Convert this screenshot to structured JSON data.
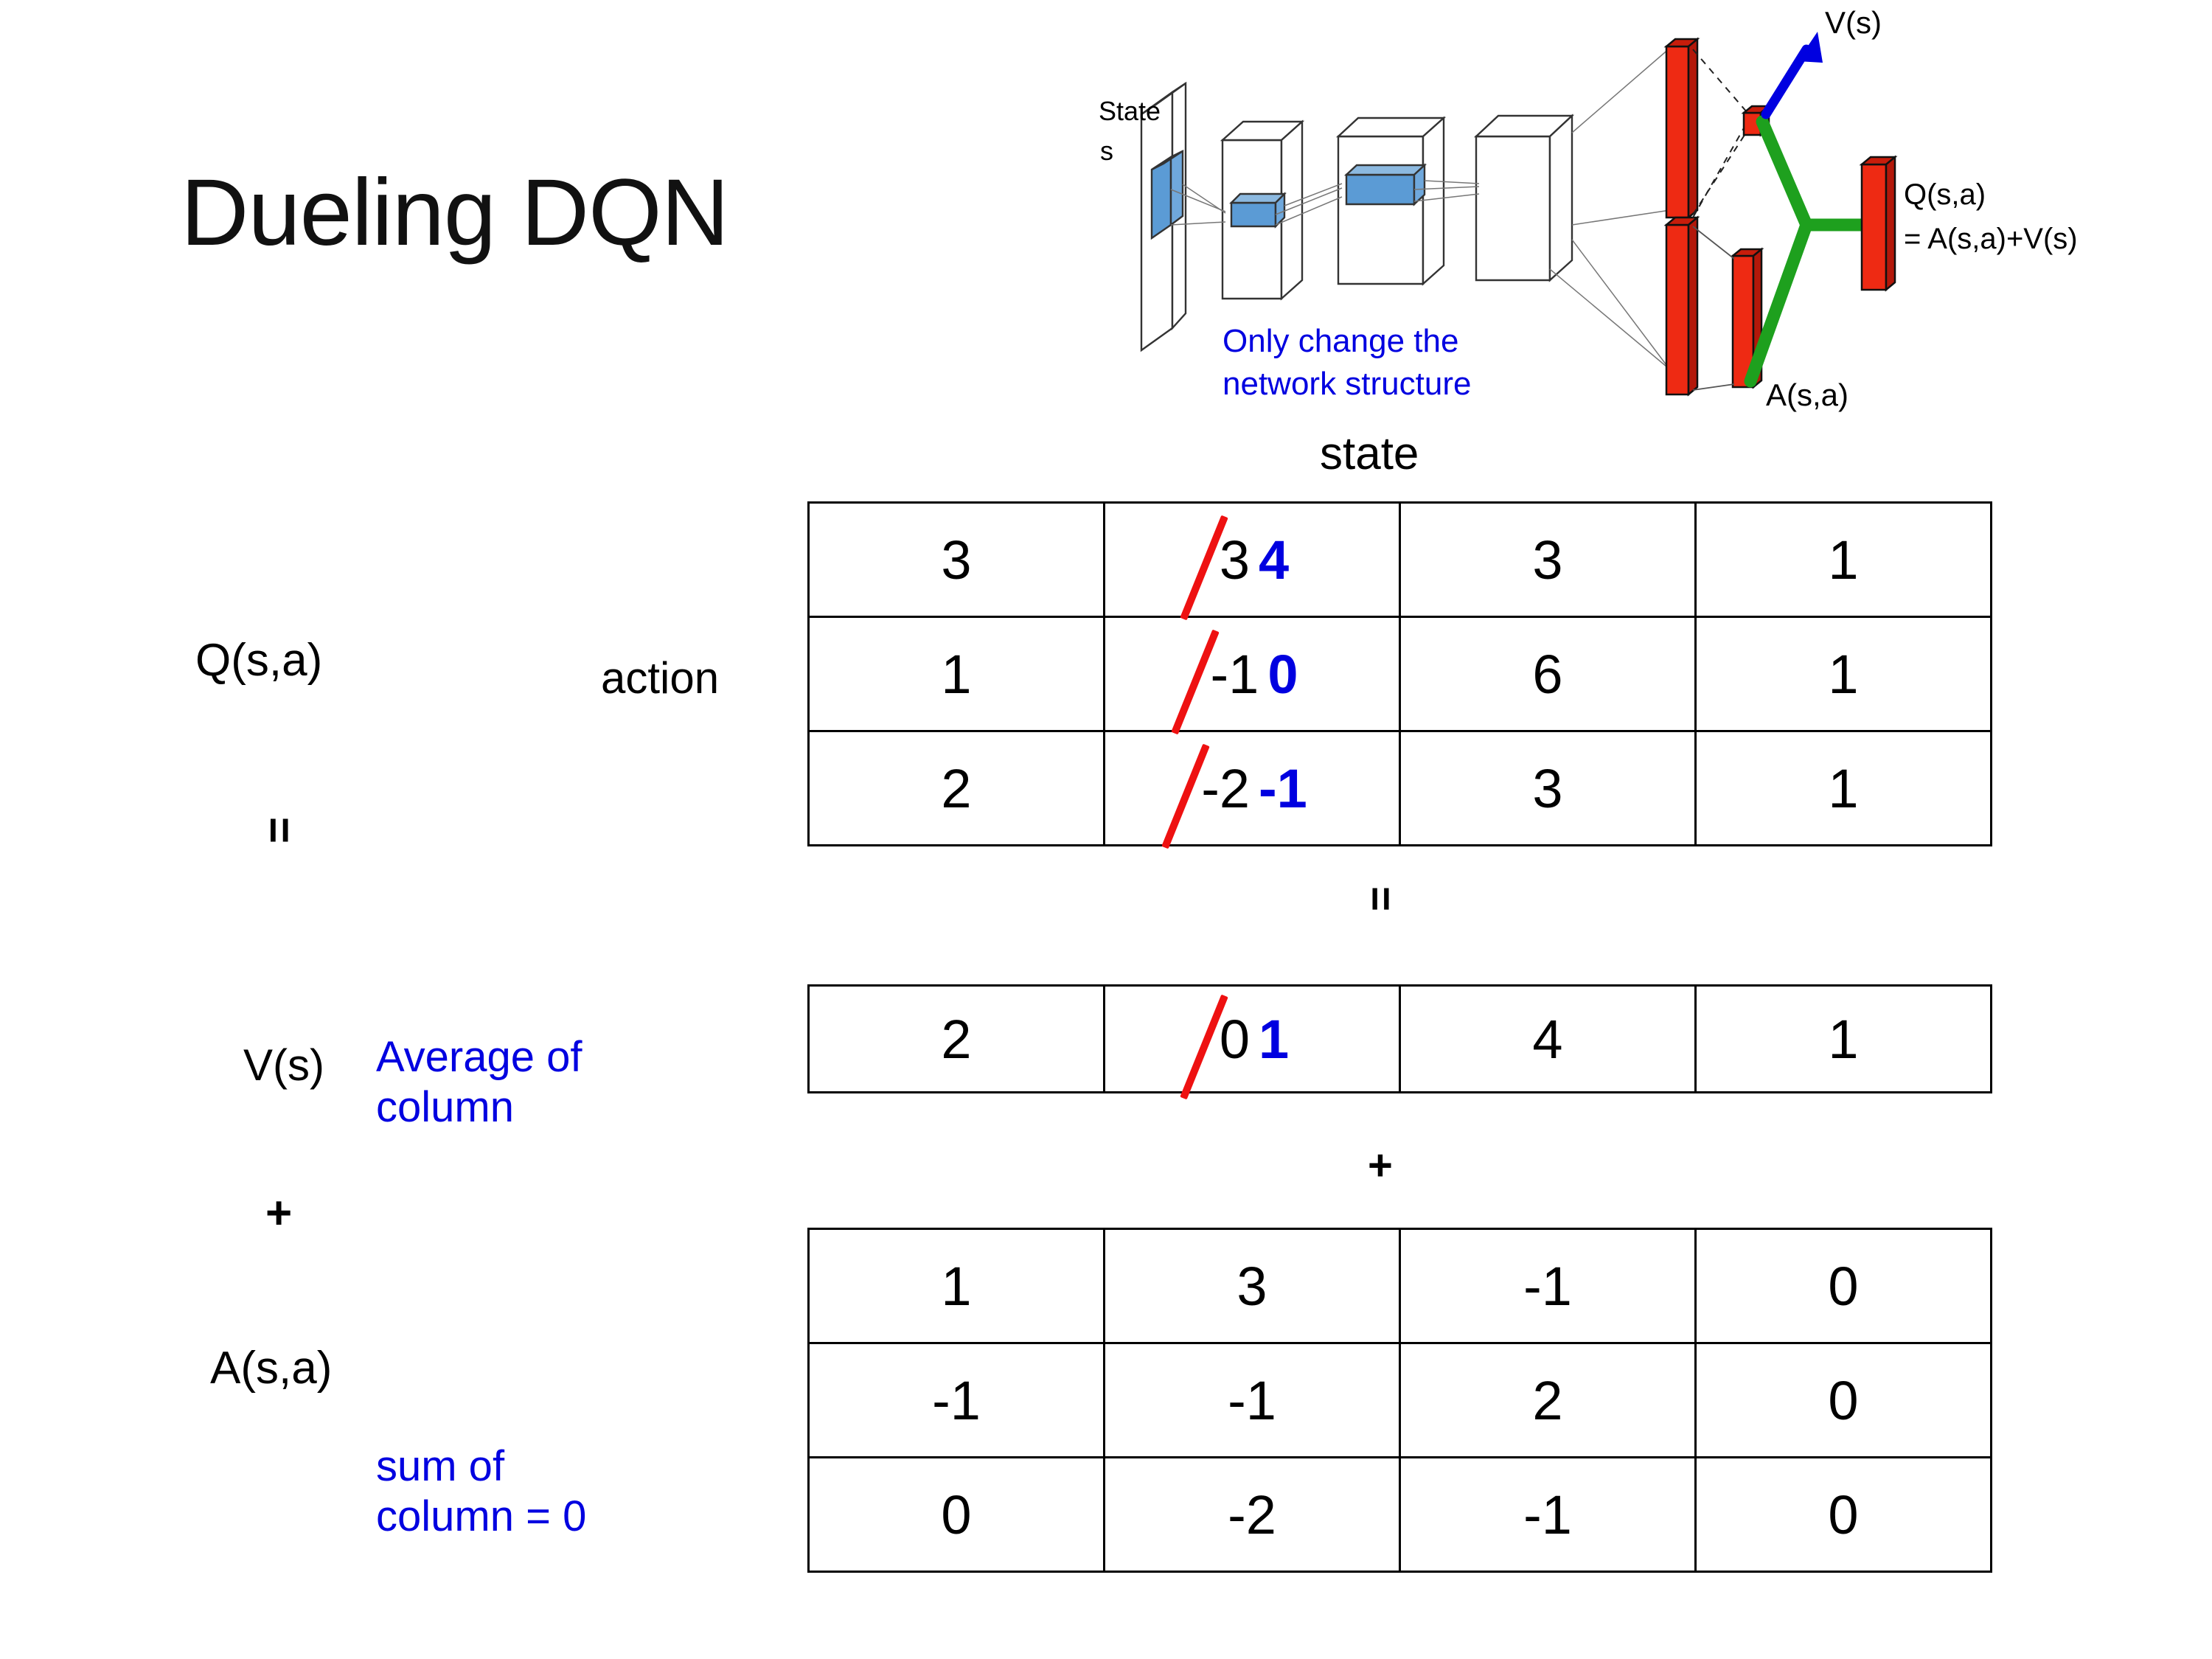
{
  "title": "Dueling DQN",
  "colors": {
    "blue": "#0000E0",
    "red_strike": "#EE1111",
    "green": "#1EA01E",
    "red_bar": "#EE2A13",
    "blue_bar": "#5B9BD5"
  },
  "diagram": {
    "input_label_line1": "State",
    "input_label_line2": "s",
    "note": "Only change the\nnetwork structure",
    "value_stream_label": "V(s)",
    "advantage_stream_label": "A(s,a)",
    "output_label_line1": "Q(s,a)",
    "output_label_line2": "= A(s,a)+V(s)"
  },
  "axes": {
    "state_header": "state",
    "action_header": "action"
  },
  "labels": {
    "q": "Q(s,a)",
    "v": "V(s)",
    "a": "A(s,a)",
    "equals": "=",
    "plus": "+"
  },
  "notes": {
    "average_of_column": "Average of\ncolumn",
    "sum_of_column": "sum of\ncolumn = 0"
  },
  "chart_data": {
    "type": "table",
    "title": "Dueling DQN value decomposition  Q(s,a) = V(s) + A(s,a)",
    "tables": [
      {
        "name": "Q(s,a)",
        "row_axis": "action",
        "col_axis": "state",
        "rows": 3,
        "cols": 4,
        "values": [
          [
            "3",
            "3",
            "3",
            "1"
          ],
          [
            "1",
            "-1",
            "6",
            "1"
          ],
          [
            "2",
            "-2",
            "3",
            "1"
          ]
        ],
        "edits": [
          {
            "row": 0,
            "col": 1,
            "old": "3",
            "new": "4"
          },
          {
            "row": 1,
            "col": 1,
            "old": "-1",
            "new": "0"
          },
          {
            "row": 2,
            "col": 1,
            "old": "-2",
            "new": "-1"
          }
        ]
      },
      {
        "name": "V(s)",
        "rows": 1,
        "cols": 4,
        "values": [
          [
            "2",
            "0",
            "4",
            "1"
          ]
        ],
        "edits": [
          {
            "row": 0,
            "col": 1,
            "old": "0",
            "new": "1"
          }
        ]
      },
      {
        "name": "A(s,a)",
        "rows": 3,
        "cols": 4,
        "values": [
          [
            "1",
            "3",
            "-1",
            "0"
          ],
          [
            "-1",
            "-1",
            "2",
            "0"
          ],
          [
            "0",
            "-2",
            "-1",
            "0"
          ]
        ],
        "edits": []
      }
    ]
  }
}
